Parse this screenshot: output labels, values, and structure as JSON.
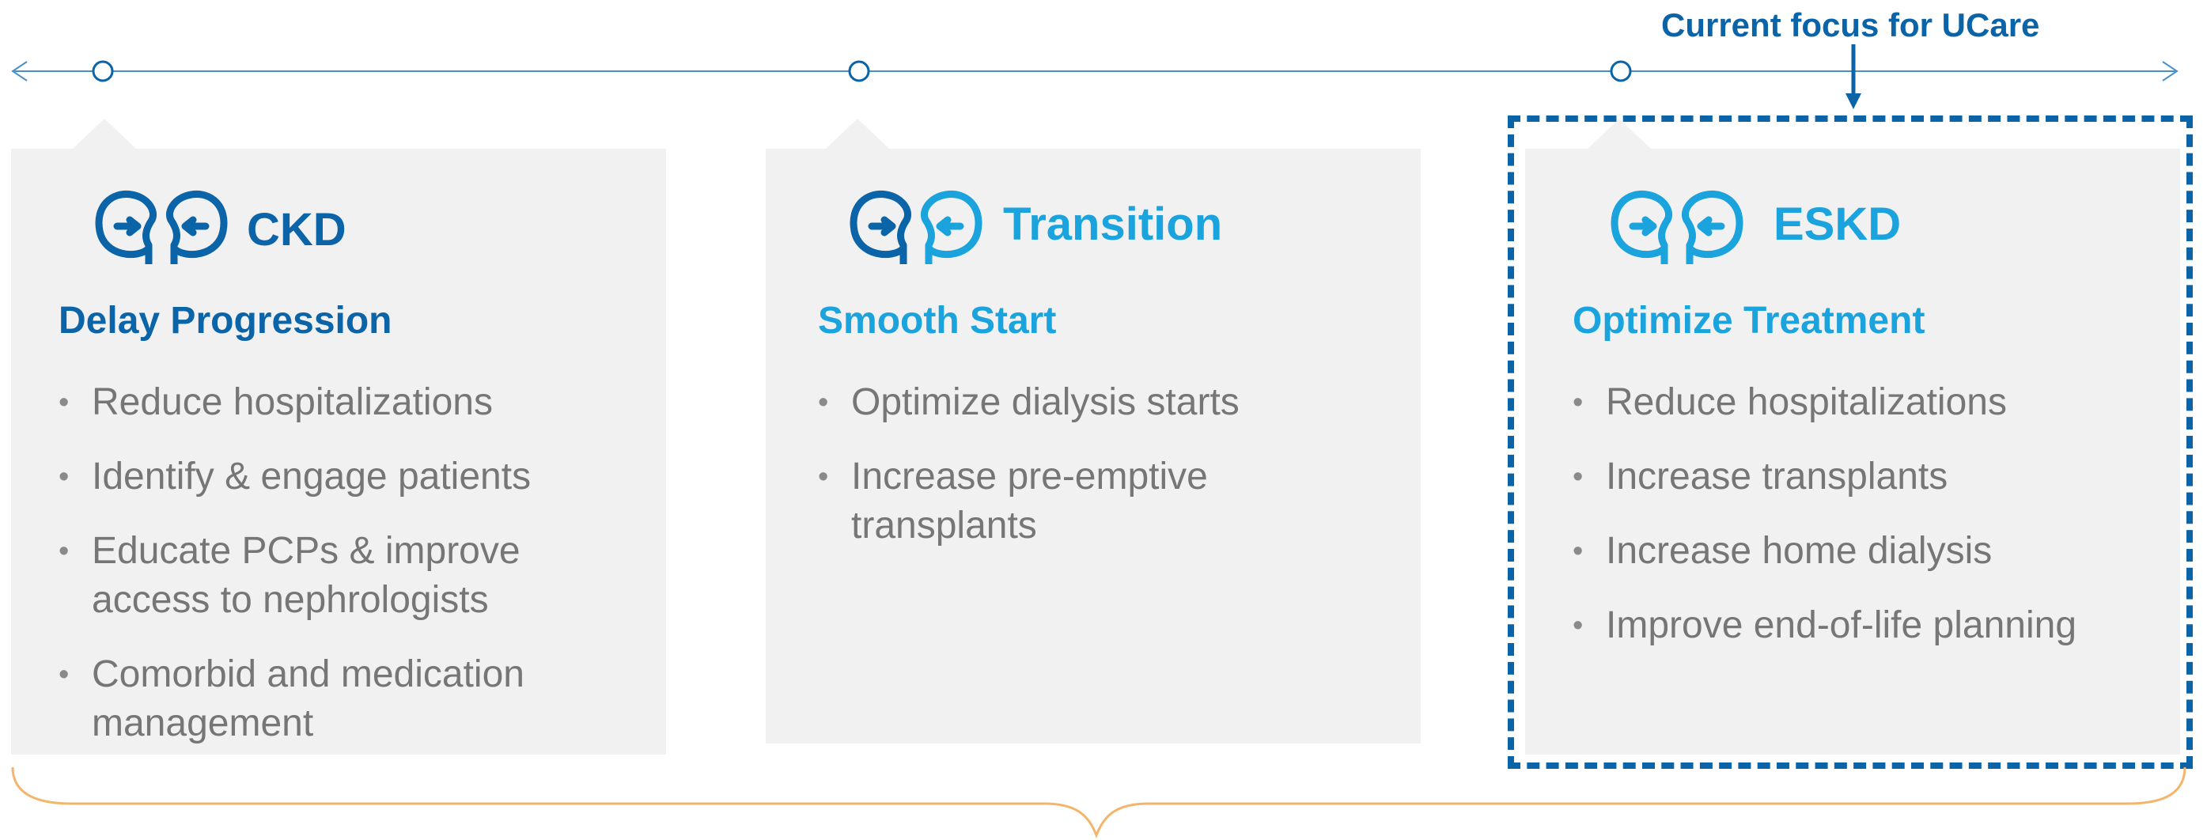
{
  "focus_label": "Current focus for UCare",
  "stages": [
    {
      "title": "CKD",
      "goal": "Delay Progression",
      "bullets": [
        "Reduce hospitalizations",
        "Identify & engage patients",
        "Educate PCPs & improve access to nephrologists",
        "Comorbid and medication management"
      ],
      "title_color": "#0b63a8",
      "goal_color": "#0b63a8",
      "icon_left_color": "#0b63a8",
      "icon_right_color": "#0b63a8"
    },
    {
      "title": "Transition",
      "goal": "Smooth Start",
      "bullets": [
        "Optimize dialysis starts",
        "Increase pre-emptive transplants"
      ],
      "title_color": "#1aa3dd",
      "goal_color": "#1aa3dd",
      "icon_left_color": "#0b63a8",
      "icon_right_color": "#1aa3dd"
    },
    {
      "title": "ESKD",
      "goal": "Optimize Treatment",
      "bullets": [
        "Reduce hospitalizations",
        "Increase transplants",
        "Increase home dialysis",
        "Improve end-of-life planning"
      ],
      "title_color": "#1aa3dd",
      "goal_color": "#1aa3dd",
      "icon_left_color": "#1aa3dd",
      "icon_right_color": "#1aa3dd"
    }
  ],
  "colors": {
    "timeline": "#4a90c8",
    "panel": "#f1f1f1",
    "brace": "#f2b56b",
    "focus": "#0b63a8"
  }
}
